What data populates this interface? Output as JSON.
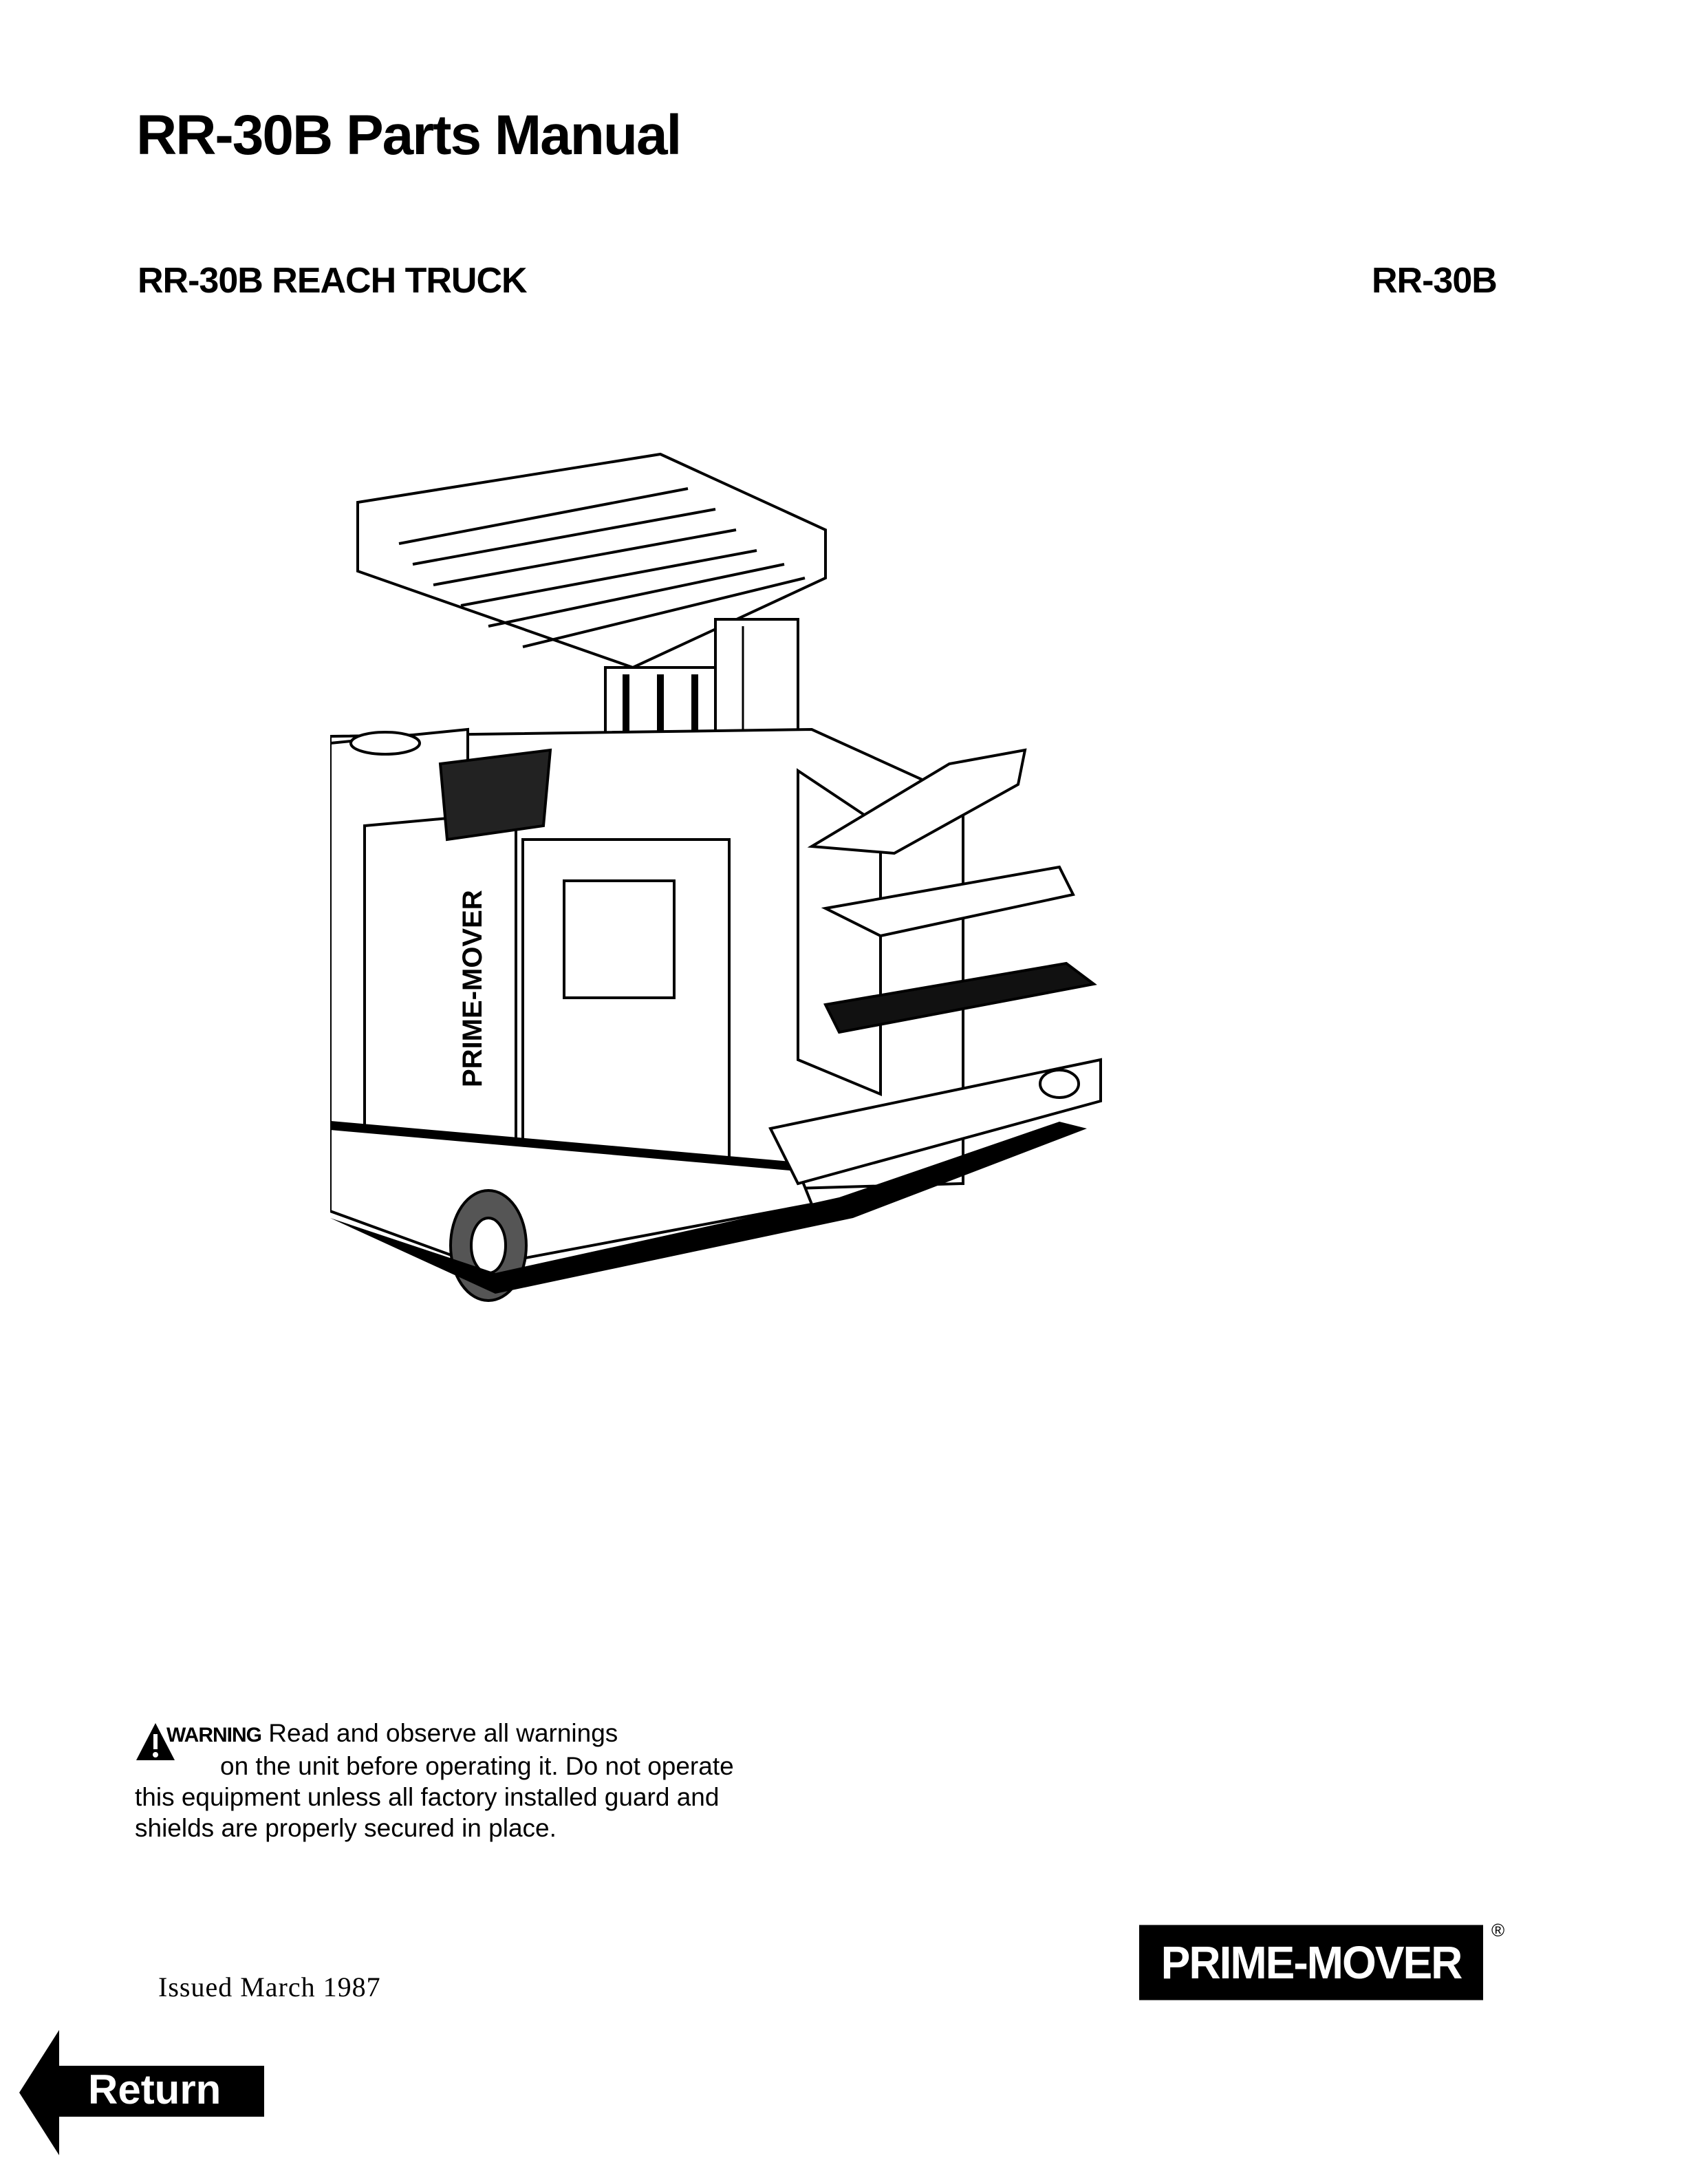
{
  "header": {
    "title": "RR-30B Parts Manual",
    "subtitle": "RR-30B REACH TRUCK",
    "model": "RR-30B"
  },
  "illustration": {
    "brand_text": "PRIME-MOVER"
  },
  "warning": {
    "label": "WARNING",
    "text_line1": "Read and observe all warnings",
    "text_rest": "on the unit before operating it. Do not operate this equipment unless all factory installed guard and shields are properly secured in place."
  },
  "footer": {
    "issued": "Issued March 1987",
    "logo": "PRIME-MOVER",
    "registered": "®",
    "return_label": "Return"
  }
}
